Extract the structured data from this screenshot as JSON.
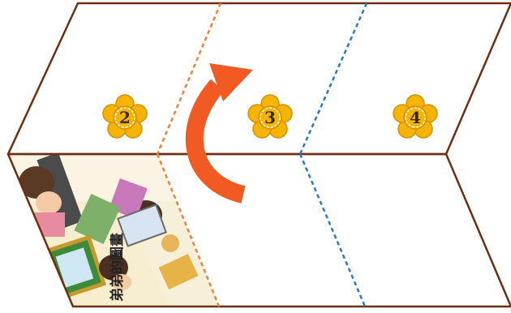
{
  "diagram": {
    "panels": [
      {
        "label": "2"
      },
      {
        "label": "3"
      },
      {
        "label": "4"
      }
    ],
    "bottom_panel_text": "弟弟的圖畫",
    "colors": {
      "outline": "#6b2f12",
      "fold_orange": "#f0823a",
      "fold_blue": "#2a78c6",
      "arrow": "#f15a22",
      "flower": "#f5b400",
      "flower_edge": "#d98f00"
    },
    "icons": {
      "flower": "flower-badge-icon",
      "arrow": "curved-arrow-icon"
    }
  }
}
